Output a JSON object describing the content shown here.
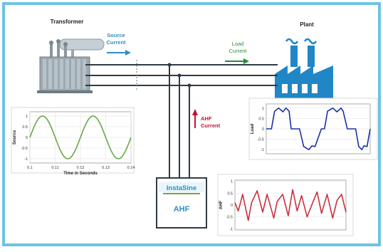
{
  "labels": {
    "transformer": "Transformer",
    "plant": "Plant",
    "source_current_1": "Source",
    "source_current_2": "Current",
    "load_current_1": "Load",
    "load_current_2": "Current",
    "ahf_current_1": "AHF",
    "ahf_current_2": "Current",
    "ahf_brand": "InstaSine",
    "ahf_unit": "AHF"
  },
  "colors": {
    "frame": "#6dc3e3",
    "wire": "#2f3b45",
    "source_arrow": "#2e8fc4",
    "load_arrow": "#2a8a3a",
    "ahf_arrow": "#c8102e",
    "factory": "#2086c6",
    "sine": "#6aa74a",
    "square": "#1b2fa8",
    "ahf_wave": "#c8323c"
  },
  "chart_data": [
    {
      "type": "line",
      "name": "source-current",
      "title": "",
      "xlabel": "Time in Seconds",
      "ylabel": "Source",
      "xlim": [
        0.1,
        0.14
      ],
      "ylim": [
        -1.2,
        1.2
      ],
      "xticks": [
        "0.1",
        "0.11",
        "0.12",
        "0.13",
        "0.14"
      ],
      "yticks": [
        "1",
        "0.5",
        "0",
        "-0.5",
        "-1"
      ],
      "grid": true,
      "series": [
        {
          "x": [
            0.1,
            0.1025,
            0.105,
            0.1075,
            0.11,
            0.1125,
            0.115,
            0.1175,
            0.12,
            0.1225,
            0.125,
            0.1275,
            0.13,
            0.1325,
            0.135,
            0.1375,
            0.14
          ],
          "y": [
            0,
            0.71,
            1,
            0.71,
            0,
            -0.71,
            -1,
            -0.71,
            0,
            0.71,
            1,
            0.71,
            0,
            -0.71,
            -1,
            -0.71,
            0
          ]
        }
      ]
    },
    {
      "type": "line",
      "name": "load-current",
      "title": "",
      "xlabel": "",
      "ylabel": "Load",
      "ylim": [
        -1.2,
        1.2
      ],
      "yticks": [
        "1",
        "0.5",
        "0",
        "-0.5",
        "-1"
      ],
      "grid": true,
      "series": [
        {
          "x": [
            0,
            0.03,
            0.05,
            0.08,
            0.12,
            0.16,
            0.19,
            0.22,
            0.24,
            0.28,
            0.32,
            0.36,
            0.41,
            0.44,
            0.47,
            0.53,
            0.56,
            0.59,
            0.64,
            0.68,
            0.72,
            0.74,
            0.78,
            0.82,
            0.86,
            0.89,
            0.92,
            0.94,
            0.97,
            1
          ],
          "y": [
            0,
            0,
            0,
            0.85,
            1,
            0.82,
            1,
            0.85,
            0,
            0,
            0,
            -0.85,
            -1,
            -0.82,
            -0.85,
            0,
            0,
            0.85,
            1,
            0.82,
            1,
            0.85,
            0,
            0,
            0,
            -0.85,
            -1,
            -0.82,
            -0.85,
            0
          ]
        }
      ]
    },
    {
      "type": "line",
      "name": "ahf-current",
      "title": "",
      "xlabel": "",
      "ylabel": "AHF",
      "ylim": [
        -1.05,
        1.05
      ],
      "yticks": [
        "1",
        "0.5",
        "0",
        "-0.5",
        "-1"
      ],
      "grid": true,
      "series": [
        {
          "x": [
            0,
            0.03,
            0.07,
            0.12,
            0.15,
            0.2,
            0.25,
            0.29,
            0.35,
            0.38,
            0.43,
            0.48,
            0.52,
            0.56,
            0.6,
            0.65,
            0.7,
            0.74,
            0.78,
            0.83,
            0.88,
            0.92,
            0.96,
            1
          ],
          "y": [
            0.1,
            -0.25,
            0.45,
            -0.65,
            0.1,
            0.6,
            -0.3,
            0.45,
            -0.55,
            0.15,
            0.45,
            -0.45,
            0.65,
            -0.25,
            0.4,
            -0.5,
            0.1,
            0.55,
            -0.35,
            0.45,
            -0.55,
            0.2,
            0.45,
            -0.3
          ]
        }
      ]
    }
  ]
}
